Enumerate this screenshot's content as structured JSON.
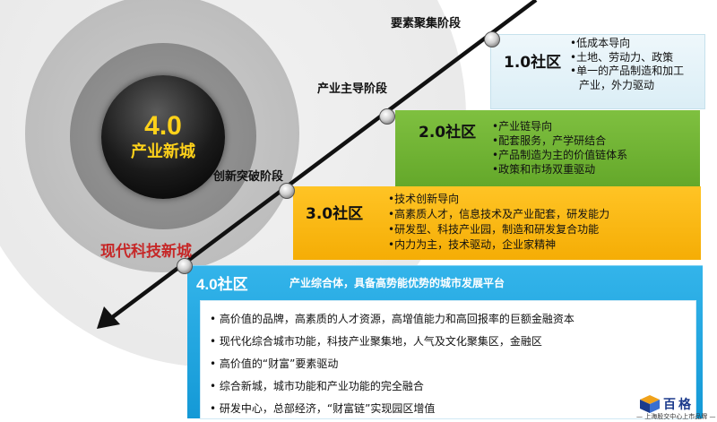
{
  "core": {
    "number": "4.0",
    "label": "产业新城"
  },
  "timeline": {
    "stages": [
      {
        "label": "要素聚集阶段"
      },
      {
        "label": "产业主导阶段"
      },
      {
        "label": "创新突破阶段"
      }
    ],
    "endpoint_label": "现代科技新城"
  },
  "communities": [
    {
      "title": "1.0社区",
      "color": "#e3f2f9",
      "bullets": [
        "•低成本导向",
        "•土地、劳动力、政策",
        "•单一的产品制造和加工",
        "  产业，外力驱动"
      ]
    },
    {
      "title": "2.0社区",
      "color": "#72b536",
      "bullets": [
        "•产业链导向",
        "•配套服务，产学研结合",
        "•产品制造为主的价值链体系",
        "•政策和市场双重驱动"
      ]
    },
    {
      "title": "3.0社区",
      "color": "#fbb915",
      "bullets": [
        "•技术创新导向",
        "•高素质人才，信息技术及产业配套，研发能力",
        "•研发型、科技产业园，制造和研发复合功能",
        "•内力为主，技术驱动，企业家精神"
      ]
    },
    {
      "title": "4.0社区",
      "subtitle": "产业综合体，具备高势能优势的城市发展平台",
      "color": "#23a6e0",
      "bullets": [
        "• 高价值的品牌，高素质的人才资源，高增值能力和高回报率的巨额金融资本",
        "• 现代化综合城市功能，科技产业聚集地，人气及文化聚集区，金融区",
        "• 高价值的“财富”要素驱动",
        "• 综合新城，城市功能和产业功能的完全融合",
        "• 研发中心，总部经济，“财富链”实现园区增值"
      ]
    }
  ],
  "logo": {
    "name": "百格",
    "tagline": "— 上海股交中心上市品牌 —"
  }
}
